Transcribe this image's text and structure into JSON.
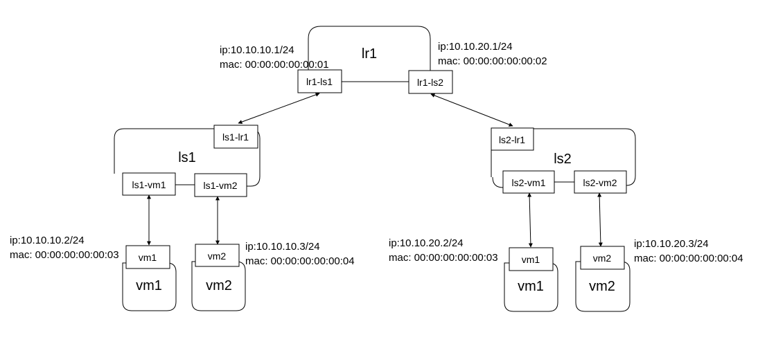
{
  "router": {
    "name": "lr1",
    "port_left": "lr1-ls1",
    "port_right": "lr1-ls2",
    "left_ip": "ip:10.10.10.1/24",
    "left_mac": "mac: 00:00:00:00:00:01",
    "right_ip": "ip:10.10.20.1/24",
    "right_mac": "mac: 00:00:00:00:00:02"
  },
  "switch1": {
    "name": "ls1",
    "port_router": "ls1-lr1",
    "port_vm1": "ls1-vm1",
    "port_vm2": "ls1-vm2",
    "vm1": {
      "port": "vm1",
      "name": "vm1",
      "ip": "ip:10.10.10.2/24",
      "mac": "mac: 00:00:00:00:00:03"
    },
    "vm2": {
      "port": "vm2",
      "name": "vm2",
      "ip": "ip:10.10.10.3/24",
      "mac": "mac: 00:00:00:00:00:04"
    }
  },
  "switch2": {
    "name": "ls2",
    "port_router": "ls2-lr1",
    "port_vm1": "ls2-vm1",
    "port_vm2": "ls2-vm2",
    "vm1": {
      "port": "vm1",
      "name": "vm1",
      "ip": "ip:10.10.20.2/24",
      "mac": "mac: 00:00:00:00:00:03"
    },
    "vm2": {
      "port": "vm2",
      "name": "vm2",
      "ip": "ip:10.10.20.3/24",
      "mac": "mac: 00:00:00:00:00:04"
    }
  }
}
